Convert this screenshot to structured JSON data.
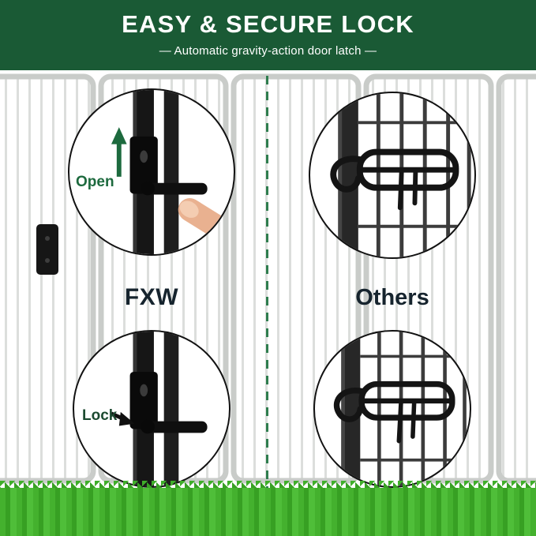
{
  "banner": {
    "title": "EASY & SECURE LOCK",
    "subtitle": "—  Automatic gravity-action door latch  —"
  },
  "comparison": {
    "fxw": {
      "brand": "FXW",
      "open_label": "Open",
      "lock_label": "Lock"
    },
    "others": {
      "brand": "Others"
    }
  },
  "colors": {
    "banner-green": "#1a5a35",
    "label-green": "#1d6a3e",
    "text-dark": "#16242e",
    "divider-green": "#2f7d4e",
    "grass-green": "#3fae2a"
  }
}
